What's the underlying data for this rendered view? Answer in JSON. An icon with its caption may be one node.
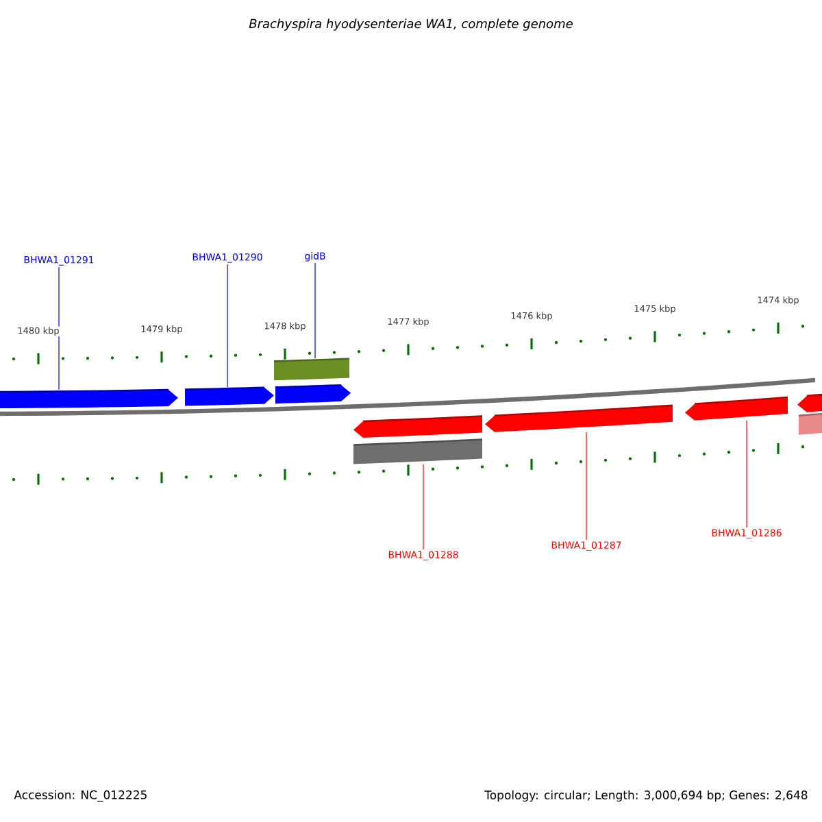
{
  "diagram": {
    "title": "Brachyspira hyodysenteriae WA1, complete genome",
    "nodes": [
      {
        "text": [
          "BHWA1_01291"
        ]
      },
      {
        "text": [
          "BHWA1_01290"
        ]
      },
      {
        "text": [
          "gidB"
        ]
      },
      {
        "text": [],
        "shape": "bar"
      },
      {
        "text": [],
        "shape": "arrow"
      },
      {
        "text": [],
        "shape": "arrow"
      },
      {
        "text": [],
        "shape": "arrow"
      },
      {
        "text": [],
        "shape": "arrow"
      },
      {
        "text": [],
        "shape": "arrow"
      },
      {
        "text": [],
        "shape": "arrow"
      },
      {
        "text": [],
        "shape": "arrow"
      },
      {
        "text": [],
        "shape": "bar"
      },
      {
        "text": [],
        "shape": "bar"
      },
      {
        "text": [
          "BHWA1_01288"
        ]
      },
      {
        "text": [
          "BHWA1_01287"
        ]
      },
      {
        "text": [
          "BHWA1_01286"
        ]
      }
    ],
    "edges": [
      {
        "from": 0,
        "to": 4,
        "arrow": "none",
        "color": "#0000ff"
      },
      {
        "from": 1,
        "to": 5,
        "arrow": "none",
        "color": "#0000ff"
      },
      {
        "from": 2,
        "to": 3,
        "arrow": "none",
        "color": "#0000ff"
      },
      {
        "from": 13,
        "to": 11,
        "arrow": "none",
        "color": "#ff0000"
      },
      {
        "from": 14,
        "to": 8,
        "arrow": "none",
        "color": "#ff0000"
      },
      {
        "from": 15,
        "to": 9,
        "arrow": "none",
        "color": "#ff0000"
      }
    ],
    "labels": [
      "1480 kbp",
      "1479 kbp",
      "1478 kbp",
      "1477 kbp",
      "1476 kbp",
      "1475 kbp",
      "1474 kbp",
      "Accession: NC_012225",
      "Topology: circular; Length: 3,000,694 bp; Genes: 2,648"
    ]
  }
}
